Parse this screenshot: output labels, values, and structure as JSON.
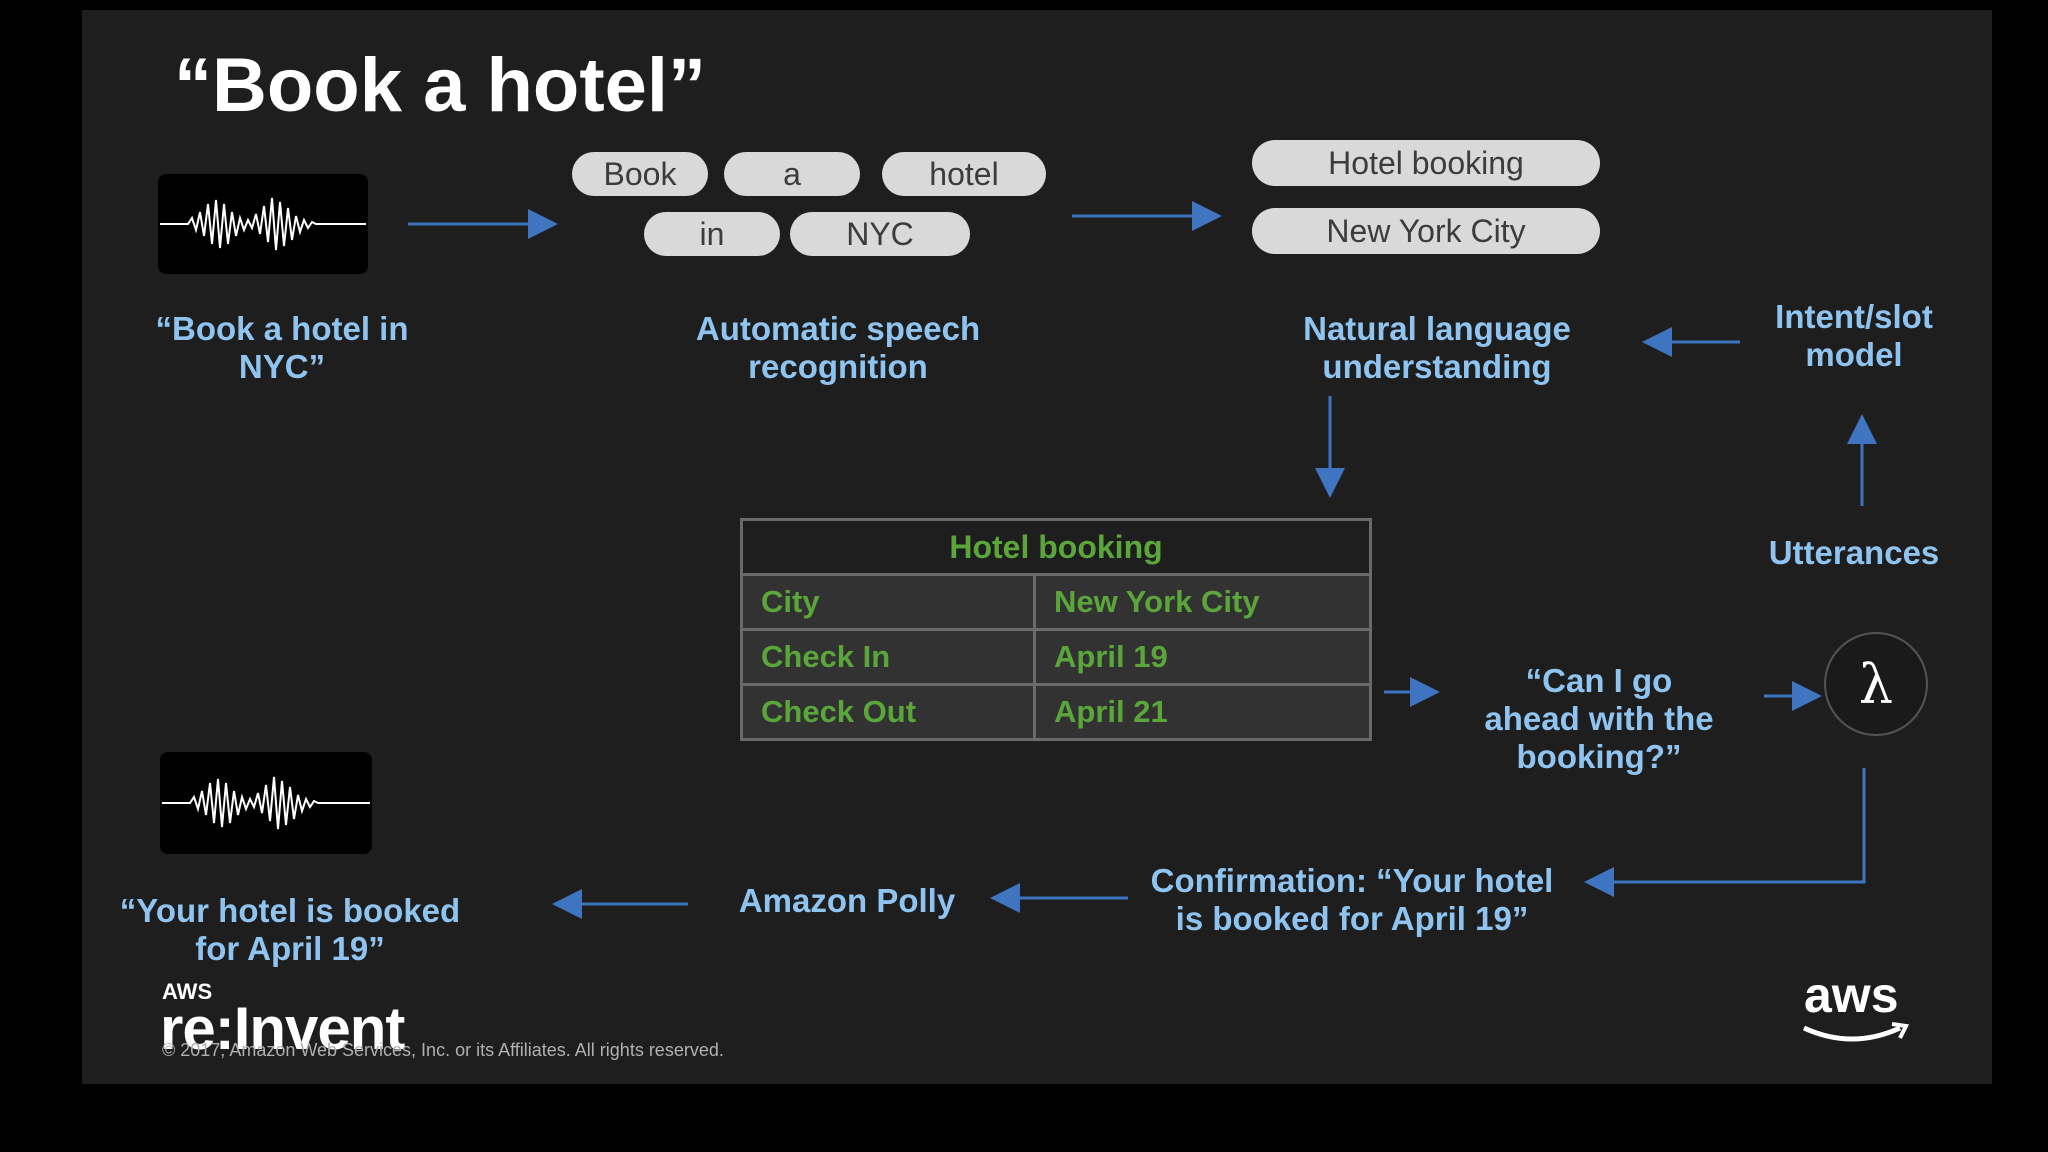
{
  "slide": {
    "title": "“Book a hotel”",
    "input_utterance": "“Book a hotel in NYC”",
    "asr_tokens": [
      "Book",
      "a",
      "hotel",
      "in",
      "NYC"
    ],
    "asr_label": "Automatic speech recognition",
    "nlu_pills": [
      "Hotel booking",
      "New York City"
    ],
    "nlu_label": "Natural language understanding",
    "model_label": "Intent/slot model",
    "utterances_label": "Utterances",
    "table": {
      "header": "Hotel booking",
      "rows": [
        {
          "slot": "City",
          "value": "New York City"
        },
        {
          "slot": "Check In",
          "value": "April 19"
        },
        {
          "slot": "Check Out",
          "value": "April 21"
        }
      ]
    },
    "prompt": "“Can I go ahead with the booking?”",
    "lambda_symbol": "λ",
    "confirmation": "Confirmation: “Your hotel is booked for April 19”",
    "polly_label": "Amazon Polly",
    "output_utterance": "“Your hotel is booked for April 19”",
    "footer": {
      "aws_small": "AWS",
      "reinvent": "re:Invent",
      "copyright": "© 2017, Amazon Web Services, Inc. or its Affiliates. All rights reserved.",
      "aws_logo": "aws"
    },
    "colors": {
      "background": "#1e1e1e",
      "label_blue": "#8fc4f0",
      "arrow_blue": "#3e74c0",
      "table_green": "#5aa63a",
      "pill_gray": "#d9d9d9"
    }
  }
}
